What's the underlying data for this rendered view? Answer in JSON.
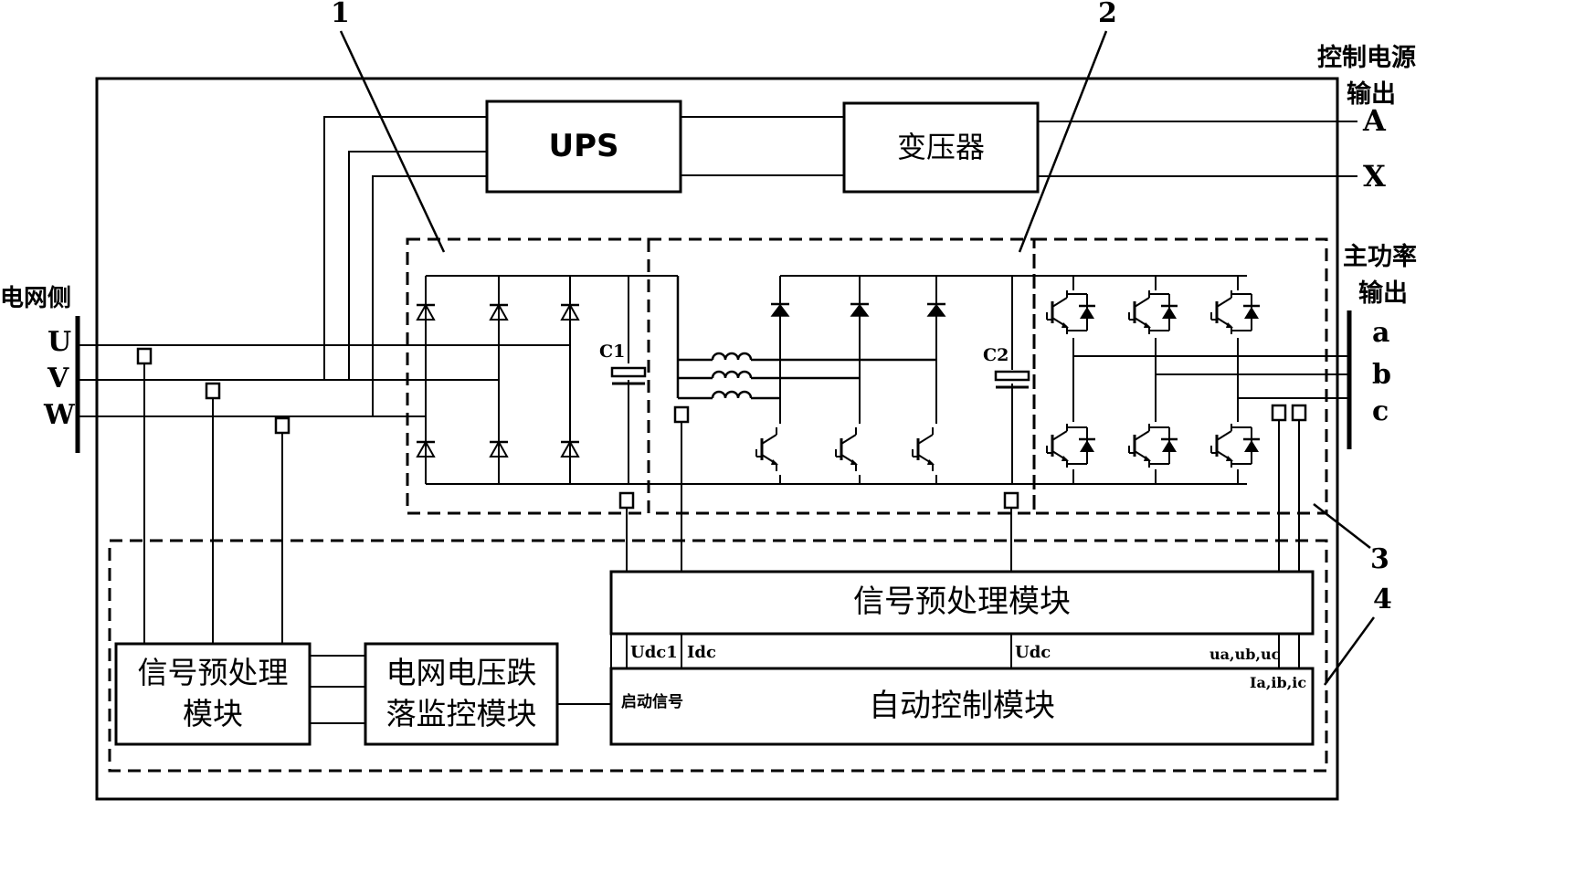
{
  "labels": {
    "callout_1": "1",
    "callout_2": "2",
    "callout_3": "3",
    "callout_4": "4",
    "ctrl_power_line1": "控制电源",
    "ctrl_power_line2": "输出",
    "main_power_line1": "主功率",
    "main_power_line2": "输出",
    "grid_side": "电网侧",
    "phase_u": "U",
    "phase_v": "V",
    "phase_w": "W",
    "out_a": "A",
    "out_x": "X",
    "out_a_lower": "a",
    "out_b_lower": "b",
    "out_c_lower": "c",
    "cap_c1": "C1",
    "cap_c2": "C2",
    "sig_udc1": "Udc1",
    "sig_idc": "Idc",
    "sig_udc": "Udc",
    "sig_uabc": "ua,ub,uc",
    "sig_iabc": "Ia,ib,ic",
    "sig_start": "启动信号"
  },
  "blocks": {
    "ups": "UPS",
    "transformer": "变压器",
    "preproc_top": "信号预处理模块",
    "preproc_left_line1": "信号预处理",
    "preproc_left_line2": "模块",
    "monitor_line1": "电网电压跌",
    "monitor_line2": "落监控模块",
    "auto_ctrl": "自动控制模块"
  }
}
